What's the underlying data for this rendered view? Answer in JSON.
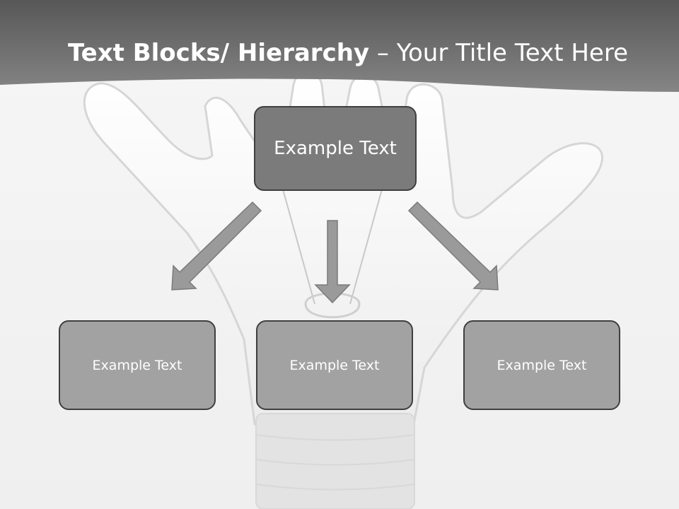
{
  "header": {
    "title_bold": "Text Blocks/ Hierarchy",
    "title_regular": " – Your Title Text Here"
  },
  "hierarchy": {
    "root_label": "Example Text",
    "children": [
      {
        "label": "Example Text"
      },
      {
        "label": "Example Text"
      },
      {
        "label": "Example Text"
      }
    ]
  },
  "colors": {
    "header_dark": "#575757",
    "header_light": "#858585",
    "root_fill": "#7b7b7b",
    "child_fill": "#a2a2a2",
    "arrow_fill": "#9a9a9a",
    "border": "#3f3f3f"
  },
  "icons": {
    "background": "hand-lightbulb-illustration",
    "connector": "arrow-icon"
  }
}
